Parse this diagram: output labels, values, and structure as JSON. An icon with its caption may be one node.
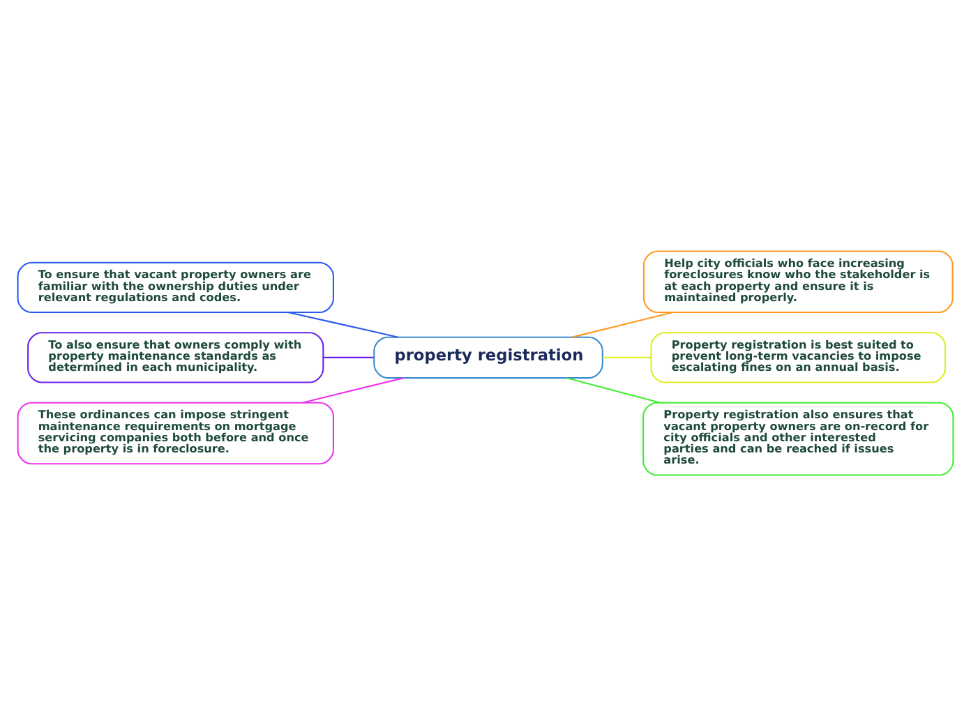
{
  "diagram": {
    "nodes": [
      {
        "text": [
          "property registration"
        ]
      },
      {
        "text": [
          "To ensure that vacant property owners are familiar with the ownership duties under relevant regulations and codes."
        ]
      },
      {
        "text": [
          "To also ensure that owners comply with property maintenance standards as determined in each municipality."
        ]
      },
      {
        "text": [
          "These ordinances can impose stringent maintenance requirements on mortgage servicing companies both before and once the property is in foreclosure."
        ]
      },
      {
        "text": [
          "Help city officials who face increasing foreclosures know who the stakeholder is at each property and ensure it is maintained properly."
        ]
      },
      {
        "text": [
          "Property registration is best suited to prevent long-term vacancies to impose escalating fines on an annual basis."
        ]
      },
      {
        "text": [
          "Property registration also ensures that vacant property owners are on-record for city officials and other interested parties and can be reached if issues arise."
        ]
      }
    ],
    "edges": [
      {
        "from": 1,
        "to": 0,
        "arrow": "none",
        "color": "#2a5cf0"
      },
      {
        "from": 2,
        "to": 0,
        "arrow": "none",
        "color": "#6a22ee"
      },
      {
        "from": 3,
        "to": 0,
        "arrow": "none",
        "color": "#ee33ee"
      },
      {
        "from": 0,
        "to": 4,
        "arrow": "none",
        "color": "#ff9922"
      },
      {
        "from": 0,
        "to": 5,
        "arrow": "none",
        "color": "#e0ee22"
      },
      {
        "from": 0,
        "to": 6,
        "arrow": "none",
        "color": "#44ee33"
      }
    ]
  }
}
